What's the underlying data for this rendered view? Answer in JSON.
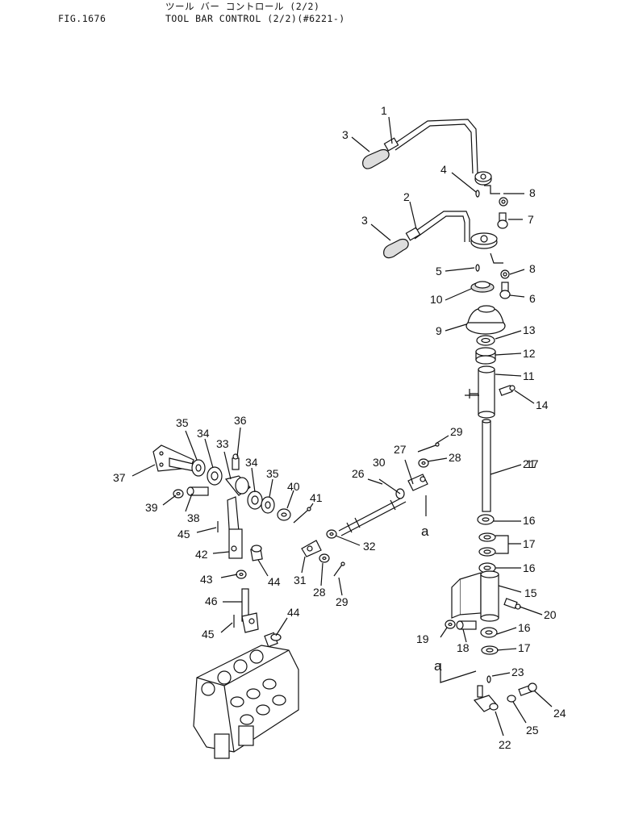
{
  "header": {
    "fig_number": "FIG.1676",
    "title_jp": "ツール バー コントロール (2/2)",
    "title_en": "TOOL BAR CONTROL (2/2)(#6221-)"
  },
  "callouts": [
    "1",
    "2",
    "3",
    "3",
    "4",
    "5",
    "6",
    "7",
    "8",
    "8",
    "9",
    "10",
    "11",
    "12",
    "13",
    "14",
    "15",
    "16",
    "16",
    "16",
    "17",
    "17",
    "17",
    "18",
    "19",
    "20",
    "21",
    "22",
    "23",
    "24",
    "25",
    "26",
    "27",
    "28",
    "28",
    "29",
    "29",
    "30",
    "31",
    "32",
    "33",
    "34",
    "34",
    "35",
    "35",
    "36",
    "37",
    "38",
    "39",
    "40",
    "41",
    "42",
    "43",
    "44",
    "44",
    "45",
    "45",
    "46"
  ],
  "markers": [
    "a",
    "a"
  ]
}
